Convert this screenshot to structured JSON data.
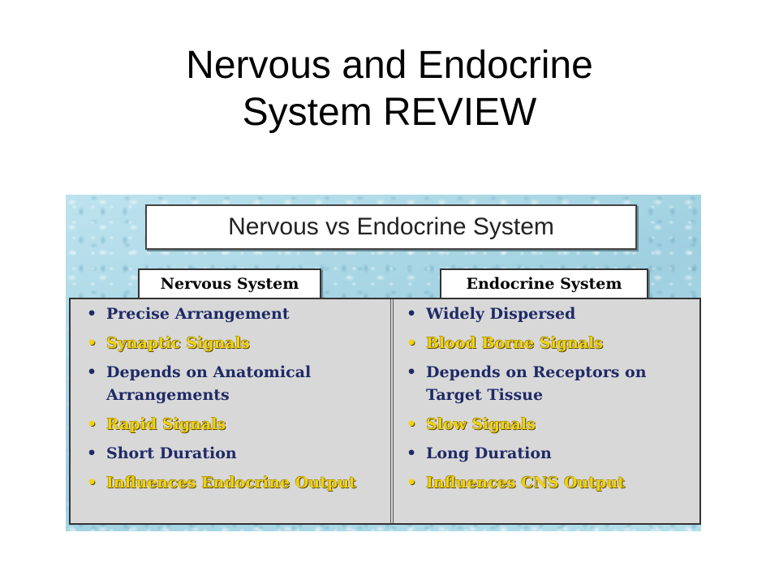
{
  "slide": {
    "title_line1": "Nervous and Endocrine",
    "title_line2": "System REVIEW"
  },
  "graphic": {
    "heading": "Nervous vs Endocrine System",
    "colors": {
      "background": "#a9d6e4",
      "panel": "#d8d8d8",
      "navy_text": "#1f2a66",
      "yellow_text": "#f2d20d"
    },
    "left": {
      "tab": "Nervous System",
      "items": [
        {
          "text": "Precise Arrangement",
          "color": "navy"
        },
        {
          "text": "Synaptic Signals",
          "color": "yellow"
        },
        {
          "text": "Depends on Anatomical Arrangements",
          "color": "navy"
        },
        {
          "text": "Rapid Signals",
          "color": "yellow"
        },
        {
          "text": "Short Duration",
          "color": "navy"
        },
        {
          "text": "Influences Endocrine Output",
          "color": "yellow"
        }
      ]
    },
    "right": {
      "tab": "Endocrine System",
      "items": [
        {
          "text": "Widely Dispersed",
          "color": "navy"
        },
        {
          "text": "Blood Borne Signals",
          "color": "yellow"
        },
        {
          "text": "Depends on Receptors on Target Tissue",
          "color": "navy"
        },
        {
          "text": "Slow Signals",
          "color": "yellow"
        },
        {
          "text": "Long Duration",
          "color": "navy"
        },
        {
          "text": "Influences CNS Output",
          "color": "yellow"
        }
      ]
    }
  }
}
